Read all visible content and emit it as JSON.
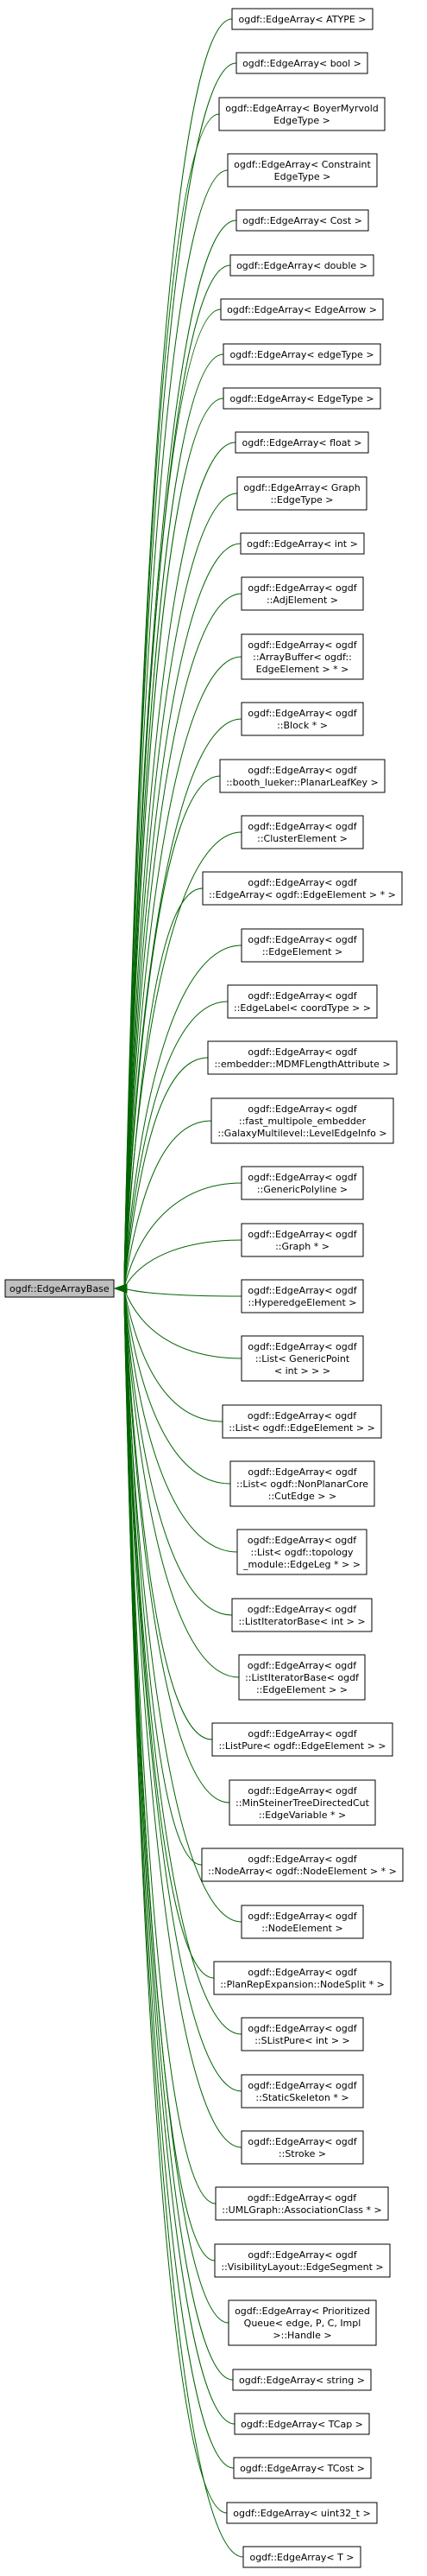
{
  "base": {
    "label": "ogdf::EdgeArrayBase"
  },
  "colors": {
    "edge": "#006400",
    "base_fill": "#bfbfbf",
    "node_fill": "#ffffff",
    "node_stroke": "#000000"
  },
  "children": [
    {
      "lines": [
        "ogdf::EdgeArray< ATYPE >"
      ]
    },
    {
      "lines": [
        "ogdf::EdgeArray< bool >"
      ]
    },
    {
      "lines": [
        "ogdf::EdgeArray< BoyerMyrvold",
        "EdgeType >"
      ]
    },
    {
      "lines": [
        "ogdf::EdgeArray< Constraint",
        "EdgeType >"
      ]
    },
    {
      "lines": [
        "ogdf::EdgeArray< Cost >"
      ]
    },
    {
      "lines": [
        "ogdf::EdgeArray< double >"
      ]
    },
    {
      "lines": [
        "ogdf::EdgeArray< EdgeArrow >"
      ]
    },
    {
      "lines": [
        "ogdf::EdgeArray< edgeType >"
      ]
    },
    {
      "lines": [
        "ogdf::EdgeArray< EdgeType >"
      ]
    },
    {
      "lines": [
        "ogdf::EdgeArray< float >"
      ]
    },
    {
      "lines": [
        "ogdf::EdgeArray< Graph",
        "::EdgeType >"
      ]
    },
    {
      "lines": [
        "ogdf::EdgeArray< int >"
      ]
    },
    {
      "lines": [
        "ogdf::EdgeArray< ogdf",
        "::AdjElement >"
      ]
    },
    {
      "lines": [
        "ogdf::EdgeArray< ogdf",
        "::ArrayBuffer< ogdf::",
        "EdgeElement > * >"
      ]
    },
    {
      "lines": [
        "ogdf::EdgeArray< ogdf",
        "::Block * >"
      ]
    },
    {
      "lines": [
        "ogdf::EdgeArray< ogdf",
        "::booth_lueker::PlanarLeafKey >"
      ]
    },
    {
      "lines": [
        "ogdf::EdgeArray< ogdf",
        "::ClusterElement >"
      ]
    },
    {
      "lines": [
        "ogdf::EdgeArray< ogdf",
        "::EdgeArray< ogdf::EdgeElement > * >"
      ]
    },
    {
      "lines": [
        "ogdf::EdgeArray< ogdf",
        "::EdgeElement >"
      ]
    },
    {
      "lines": [
        "ogdf::EdgeArray< ogdf",
        "::EdgeLabel< coordType > >"
      ]
    },
    {
      "lines": [
        "ogdf::EdgeArray< ogdf",
        "::embedder::MDMFLengthAttribute >"
      ]
    },
    {
      "lines": [
        "ogdf::EdgeArray< ogdf",
        "::fast_multipole_embedder",
        "::GalaxyMultilevel::LevelEdgeInfo >"
      ]
    },
    {
      "lines": [
        "ogdf::EdgeArray< ogdf",
        "::GenericPolyline >"
      ]
    },
    {
      "lines": [
        "ogdf::EdgeArray< ogdf",
        "::Graph * >"
      ]
    },
    {
      "lines": [
        "ogdf::EdgeArray< ogdf",
        "::HyperedgeElement >"
      ]
    },
    {
      "lines": [
        "ogdf::EdgeArray< ogdf",
        "::List< GenericPoint",
        "< int > > >"
      ]
    },
    {
      "lines": [
        "ogdf::EdgeArray< ogdf",
        "::List< ogdf::EdgeElement > >"
      ]
    },
    {
      "lines": [
        "ogdf::EdgeArray< ogdf",
        "::List< ogdf::NonPlanarCore",
        "::CutEdge > >"
      ]
    },
    {
      "lines": [
        "ogdf::EdgeArray< ogdf",
        "::List< ogdf::topology",
        "_module::EdgeLeg * > >"
      ]
    },
    {
      "lines": [
        "ogdf::EdgeArray< ogdf",
        "::ListIteratorBase< int > >"
      ]
    },
    {
      "lines": [
        "ogdf::EdgeArray< ogdf",
        "::ListIteratorBase< ogdf",
        "::EdgeElement > >"
      ]
    },
    {
      "lines": [
        "ogdf::EdgeArray< ogdf",
        "::ListPure< ogdf::EdgeElement > >"
      ]
    },
    {
      "lines": [
        "ogdf::EdgeArray< ogdf",
        "::MinSteinerTreeDirectedCut",
        "::EdgeVariable * >"
      ]
    },
    {
      "lines": [
        "ogdf::EdgeArray< ogdf",
        "::NodeArray< ogdf::NodeElement > * >"
      ]
    },
    {
      "lines": [
        "ogdf::EdgeArray< ogdf",
        "::NodeElement >"
      ]
    },
    {
      "lines": [
        "ogdf::EdgeArray< ogdf",
        "::PlanRepExpansion::NodeSplit * >"
      ]
    },
    {
      "lines": [
        "ogdf::EdgeArray< ogdf",
        "::SListPure< int > >"
      ]
    },
    {
      "lines": [
        "ogdf::EdgeArray< ogdf",
        "::StaticSkeleton * >"
      ]
    },
    {
      "lines": [
        "ogdf::EdgeArray< ogdf",
        "::Stroke >"
      ]
    },
    {
      "lines": [
        "ogdf::EdgeArray< ogdf",
        "::UMLGraph::AssociationClass * >"
      ]
    },
    {
      "lines": [
        "ogdf::EdgeArray< ogdf",
        "::VisibilityLayout::EdgeSegment >"
      ]
    },
    {
      "lines": [
        "ogdf::EdgeArray< Prioritized",
        "Queue< edge, P, C, Impl",
        ">::Handle >"
      ]
    },
    {
      "lines": [
        "ogdf::EdgeArray< string >"
      ]
    },
    {
      "lines": [
        "ogdf::EdgeArray< TCap >"
      ]
    },
    {
      "lines": [
        "ogdf::EdgeArray< TCost >"
      ]
    },
    {
      "lines": [
        "ogdf::EdgeArray< uint32_t >"
      ]
    },
    {
      "lines": [
        "ogdf::EdgeArray< T >"
      ]
    }
  ]
}
